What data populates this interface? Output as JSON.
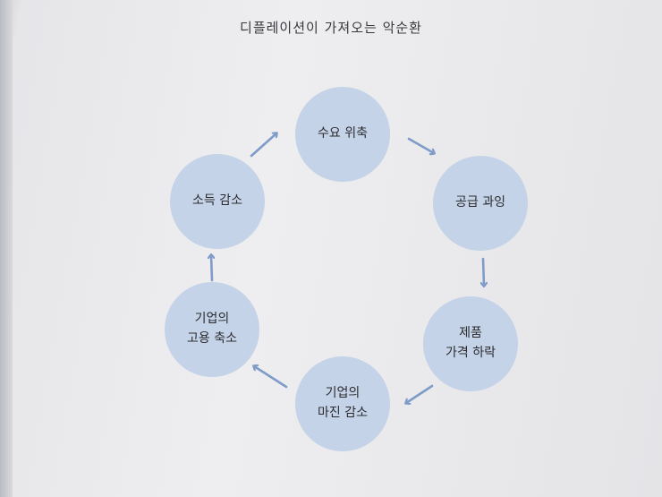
{
  "title": "디플레이션이 가져오는 악순환",
  "cycle": [
    {
      "lines": [
        "수요 위축"
      ]
    },
    {
      "lines": [
        "공급 과잉"
      ]
    },
    {
      "lines": [
        "제품",
        "가격 하락"
      ]
    },
    {
      "lines": [
        "기업의",
        "마진 감소"
      ]
    },
    {
      "lines": [
        "기업의",
        "고용 축소"
      ]
    },
    {
      "lines": [
        "소득 감소"
      ]
    }
  ],
  "colors": {
    "node_fill": "#c4d3e7",
    "arrow": "#7f9cc8",
    "text": "#2c2c30"
  }
}
